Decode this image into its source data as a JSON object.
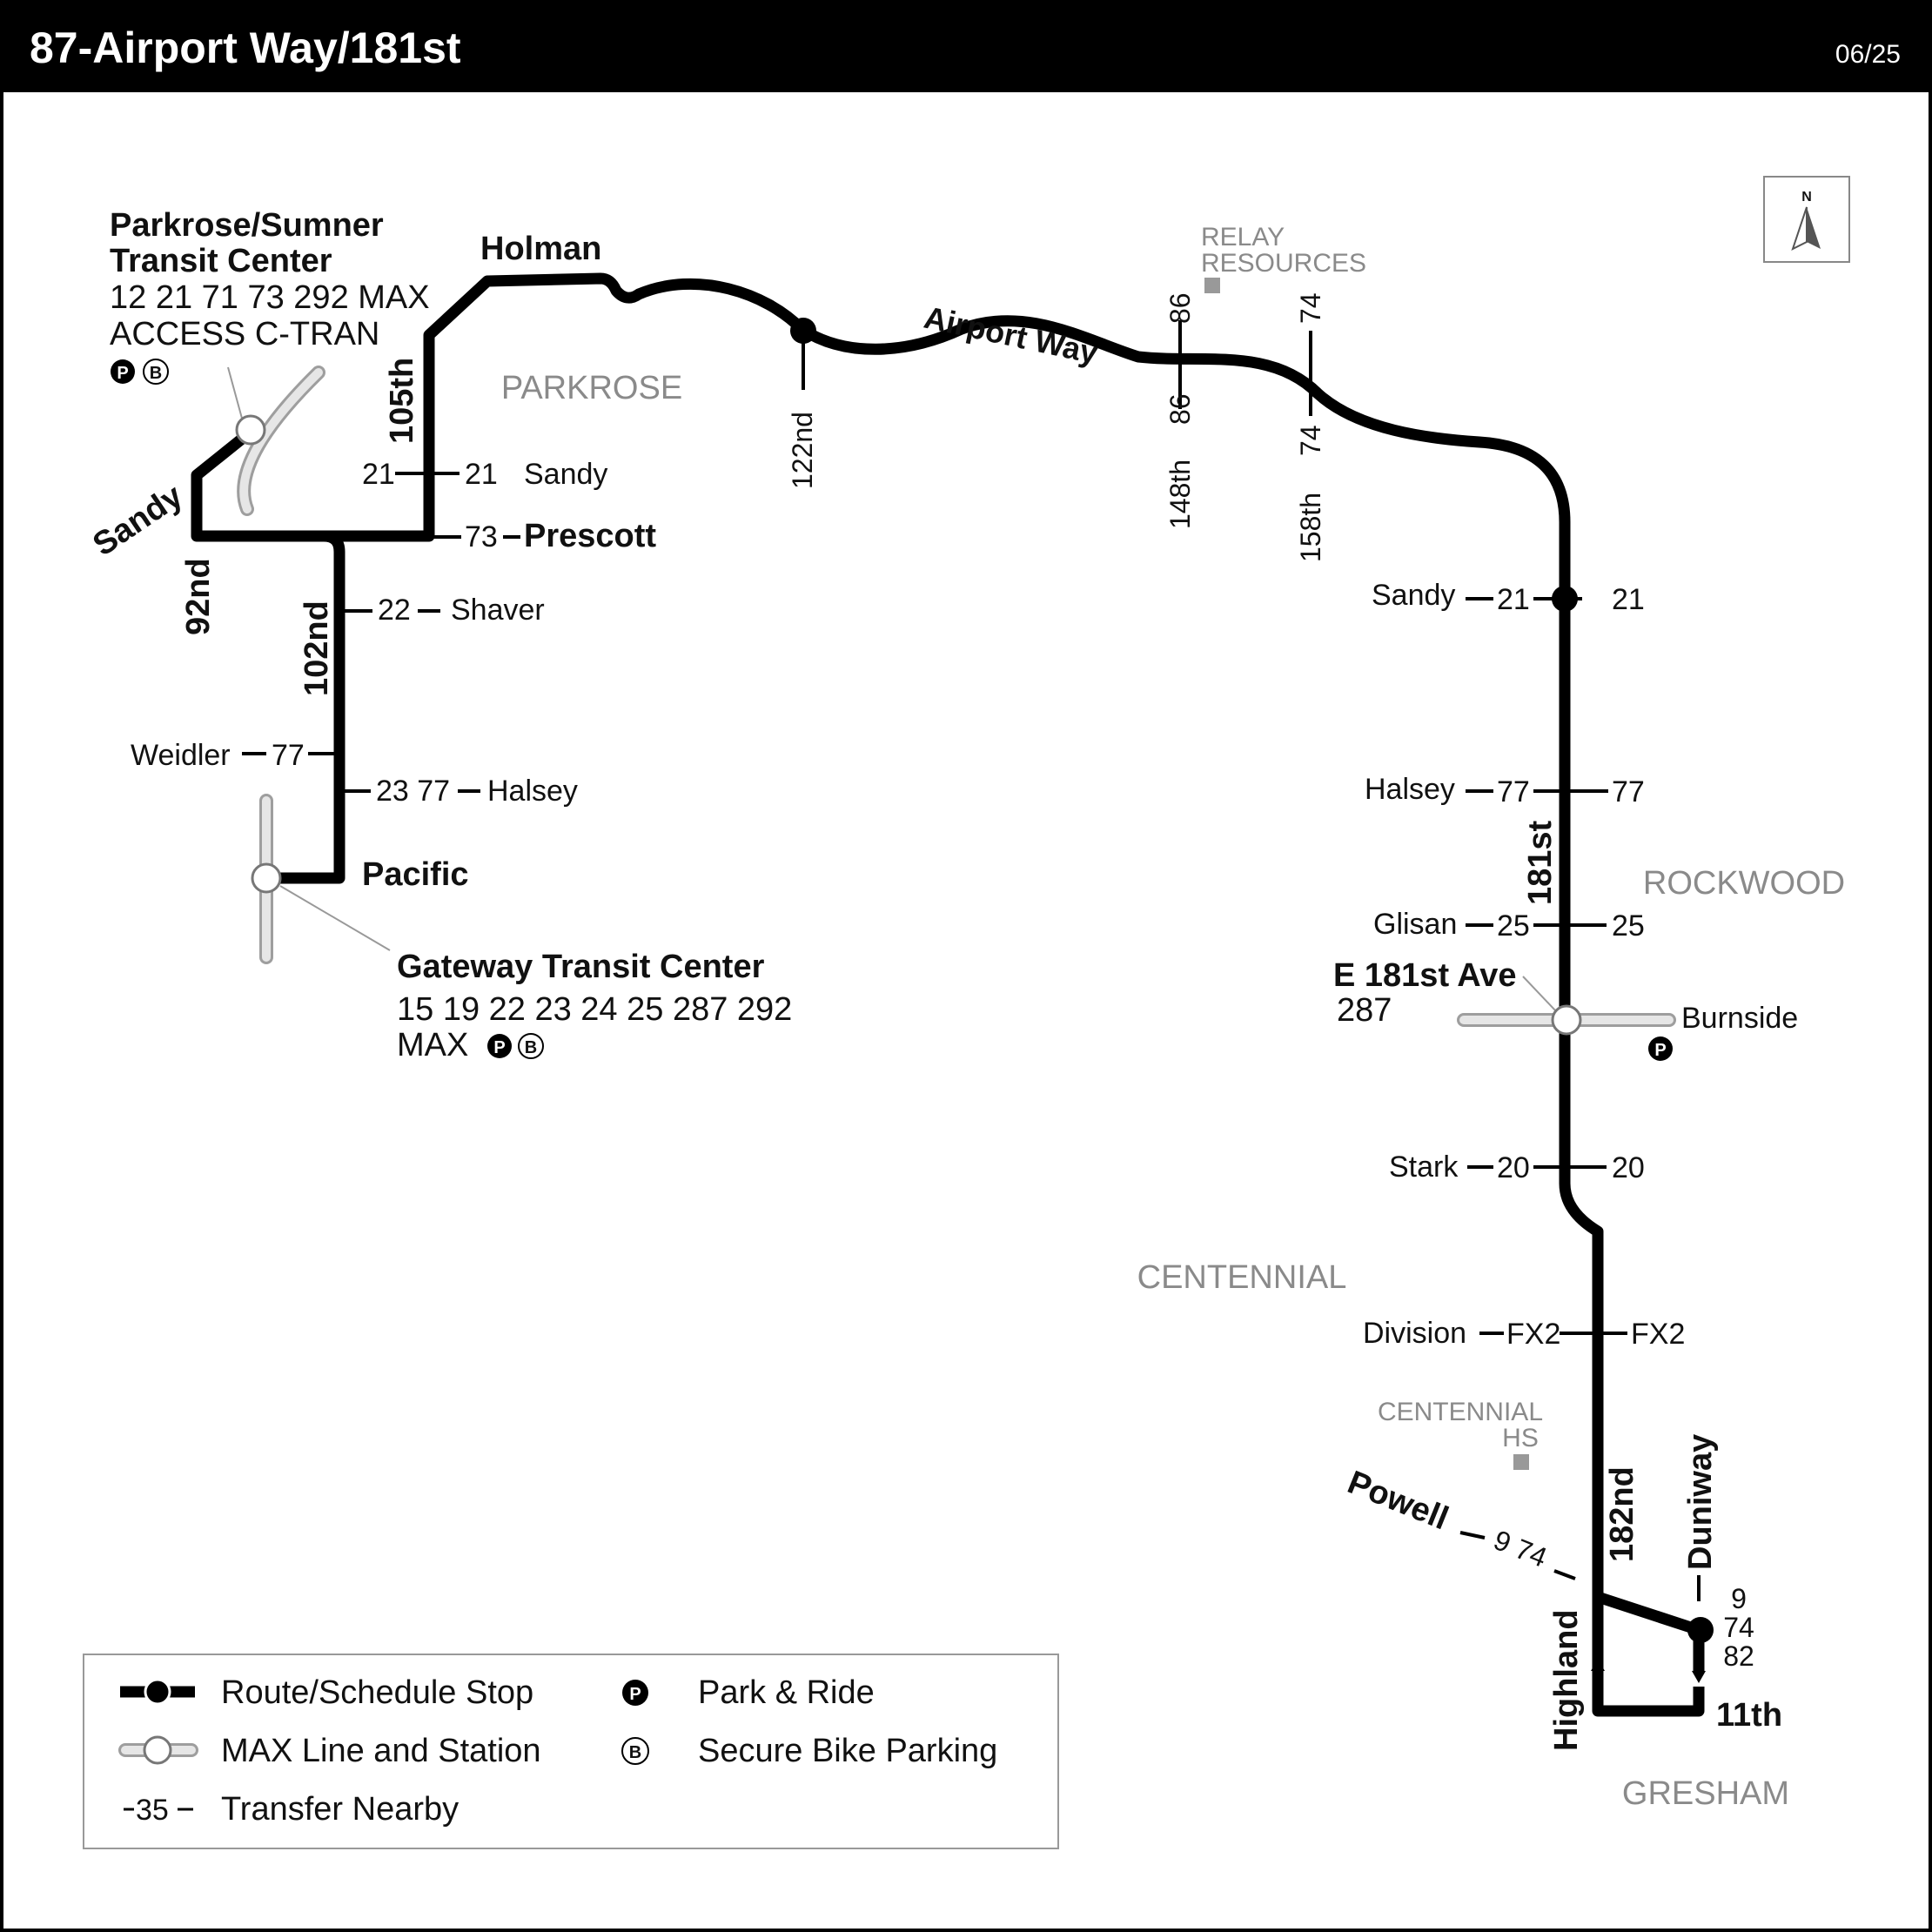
{
  "header": {
    "title": "87-Airport Way/181st",
    "date": "06/25"
  },
  "compass": {
    "label": "N"
  },
  "neighborhoods": {
    "parkrose": "PARKROSE",
    "rockwood": "ROCKWOOD",
    "centennial": "CENTENNIAL",
    "gresham": "GRESHAM"
  },
  "landmarks": {
    "relay_line1": "RELAY",
    "relay_line2": "RESOURCES",
    "centennial_hs_line1": "CENTENNIAL",
    "centennial_hs_line2": "HS"
  },
  "transit_centers": {
    "parkrose": {
      "name_line1": "Parkrose/Sumner",
      "name_line2": "Transit Center",
      "routes_line1": "12 21 71 73 292 MAX",
      "routes_line2": "ACCESS C-TRAN",
      "park_icon": "P",
      "bike_icon": "B"
    },
    "gateway": {
      "name": "Gateway Transit Center",
      "routes_line1": "15 19 22 23 24 25 287 292",
      "routes_line2": "MAX",
      "park_icon": "P",
      "bike_icon": "B"
    },
    "e181st": {
      "name": "E 181st Ave",
      "routes": "287",
      "park_icon": "P"
    }
  },
  "streets": {
    "holman": "Holman",
    "airport_way": "Airport Way",
    "sandy_west": "Sandy",
    "n92nd": "92nd",
    "n102nd": "102nd",
    "n105th": "105th",
    "prescott": "Prescott",
    "shaver": "Shaver",
    "weidler": "Weidler",
    "halsey_west": "Halsey",
    "pacific": "Pacific",
    "sandy_inline": "Sandy",
    "n122nd": "122nd",
    "n148th": "148th",
    "n158th": "158th",
    "sandy_east": "Sandy",
    "halsey_east": "Halsey",
    "n181st": "181st",
    "glisan": "Glisan",
    "burnside": "Burnside",
    "stark": "Stark",
    "division": "Division",
    "powell": "Powell",
    "n182nd": "182nd",
    "duniway": "Duniway",
    "highland": "Highland",
    "n11th": "11th"
  },
  "transfers": {
    "sandy_105_left": "21",
    "sandy_105_right": "21",
    "prescott": "73",
    "shaver": "22",
    "weidler": "77",
    "halsey_west": "23 77",
    "n148_top": "86",
    "n148_bottom": "86",
    "n158_top": "74",
    "n158_bottom": "74",
    "sandy_east_left": "21",
    "sandy_east_right": "21",
    "halsey_east_left": "77",
    "halsey_east_right": "77",
    "glisan_left": "25",
    "glisan_right": "25",
    "stark_left": "20",
    "stark_right": "20",
    "division_left": "FX2",
    "division_right": "FX2",
    "powell": "9 74",
    "powell_stop_line1": "9",
    "powell_stop_line2": "74",
    "powell_stop_line3": "82"
  },
  "legend": {
    "route_stop": "Route/Schedule Stop",
    "max_line": "MAX Line and Station",
    "transfer_sample": "35",
    "transfer": "Transfer Nearby",
    "park_icon": "P",
    "park_ride": "Park & Ride",
    "bike_icon": "B",
    "bike": "Secure Bike Parking"
  },
  "icons": {
    "compass": "north-arrow-icon",
    "park": "park-and-ride-icon",
    "bike": "secure-bike-parking-icon",
    "stop": "route-stop-icon",
    "station": "max-station-icon"
  },
  "colors": {
    "route": "#000000",
    "max_line": "#d9d9d9",
    "neighborhood_text": "#8a8a8a",
    "header_bg": "#000000",
    "header_text": "#ffffff"
  }
}
